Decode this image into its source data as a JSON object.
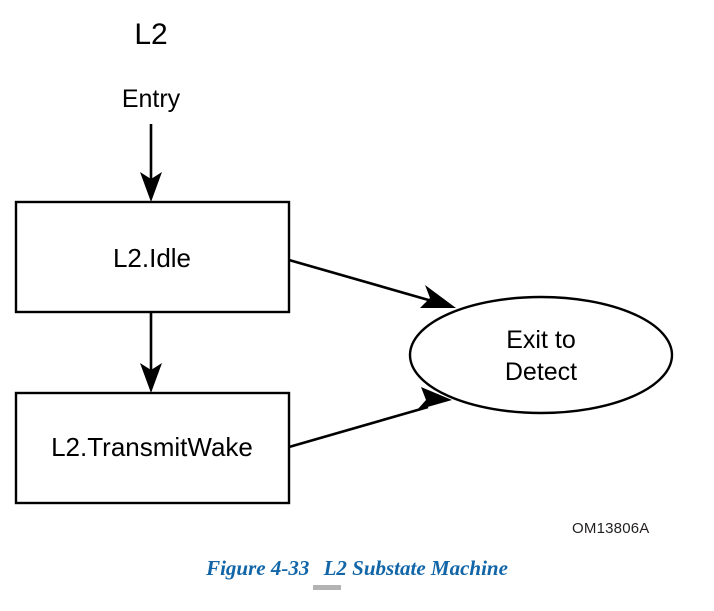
{
  "figure": {
    "group_label": "L2",
    "entry_label": "Entry",
    "om_code": "OM13806A",
    "caption": {
      "prefix": "Figure",
      "number": "4-33",
      "title": "L2 Substate Machine",
      "color": "#1266a8",
      "underline_color": "#b3b3b3"
    }
  },
  "diagram": {
    "type": "state-machine",
    "stroke_color": "#000000",
    "fill_color": "#ffffff",
    "nodes": [
      {
        "id": "idle",
        "shape": "rectangle",
        "label": "L2.Idle"
      },
      {
        "id": "transmitwake",
        "shape": "rectangle",
        "label": "L2.TransmitWake"
      },
      {
        "id": "exit",
        "shape": "ellipse",
        "label_line1": "Exit to",
        "label_line2": "Detect"
      }
    ],
    "edges": [
      {
        "id": "entry-to-idle",
        "from": "Entry",
        "to": "L2.Idle",
        "direction": "down"
      },
      {
        "id": "idle-to-transmitwake",
        "from": "L2.Idle",
        "to": "L2.TransmitWake",
        "direction": "down"
      },
      {
        "id": "idle-to-exit",
        "from": "L2.Idle",
        "to": "Exit to Detect",
        "direction": "down-right"
      },
      {
        "id": "transmitwake-to-exit",
        "from": "L2.TransmitWake",
        "to": "Exit to Detect",
        "direction": "up-right"
      }
    ]
  }
}
